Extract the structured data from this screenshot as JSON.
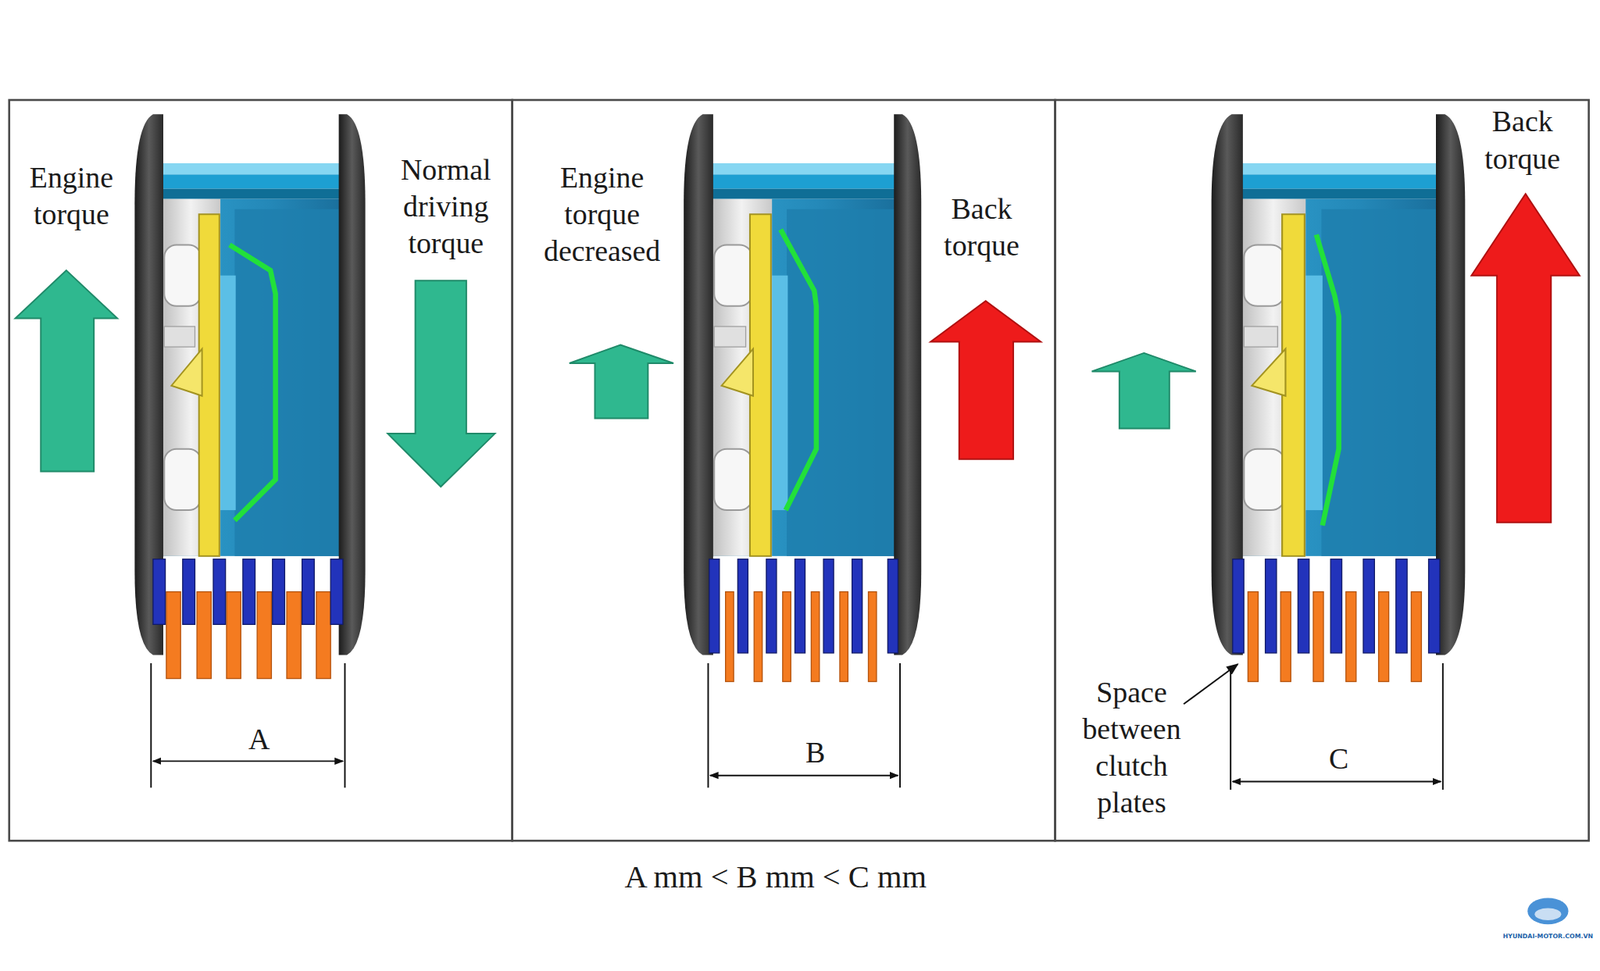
{
  "diagram": {
    "caption": "A mm < B mm < C mm",
    "nodes": [
      {
        "text": [
          "Engine torque",
          "Normal driving torque",
          "A"
        ]
      },
      {
        "text": [
          "Engine torque decreased",
          "Back torque",
          "B"
        ]
      },
      {
        "text": [
          "Back torque",
          "Space between clutch plates",
          "C"
        ]
      }
    ],
    "labels": [
      "HYUNDAI-MOTOR.COM.VN"
    ]
  }
}
